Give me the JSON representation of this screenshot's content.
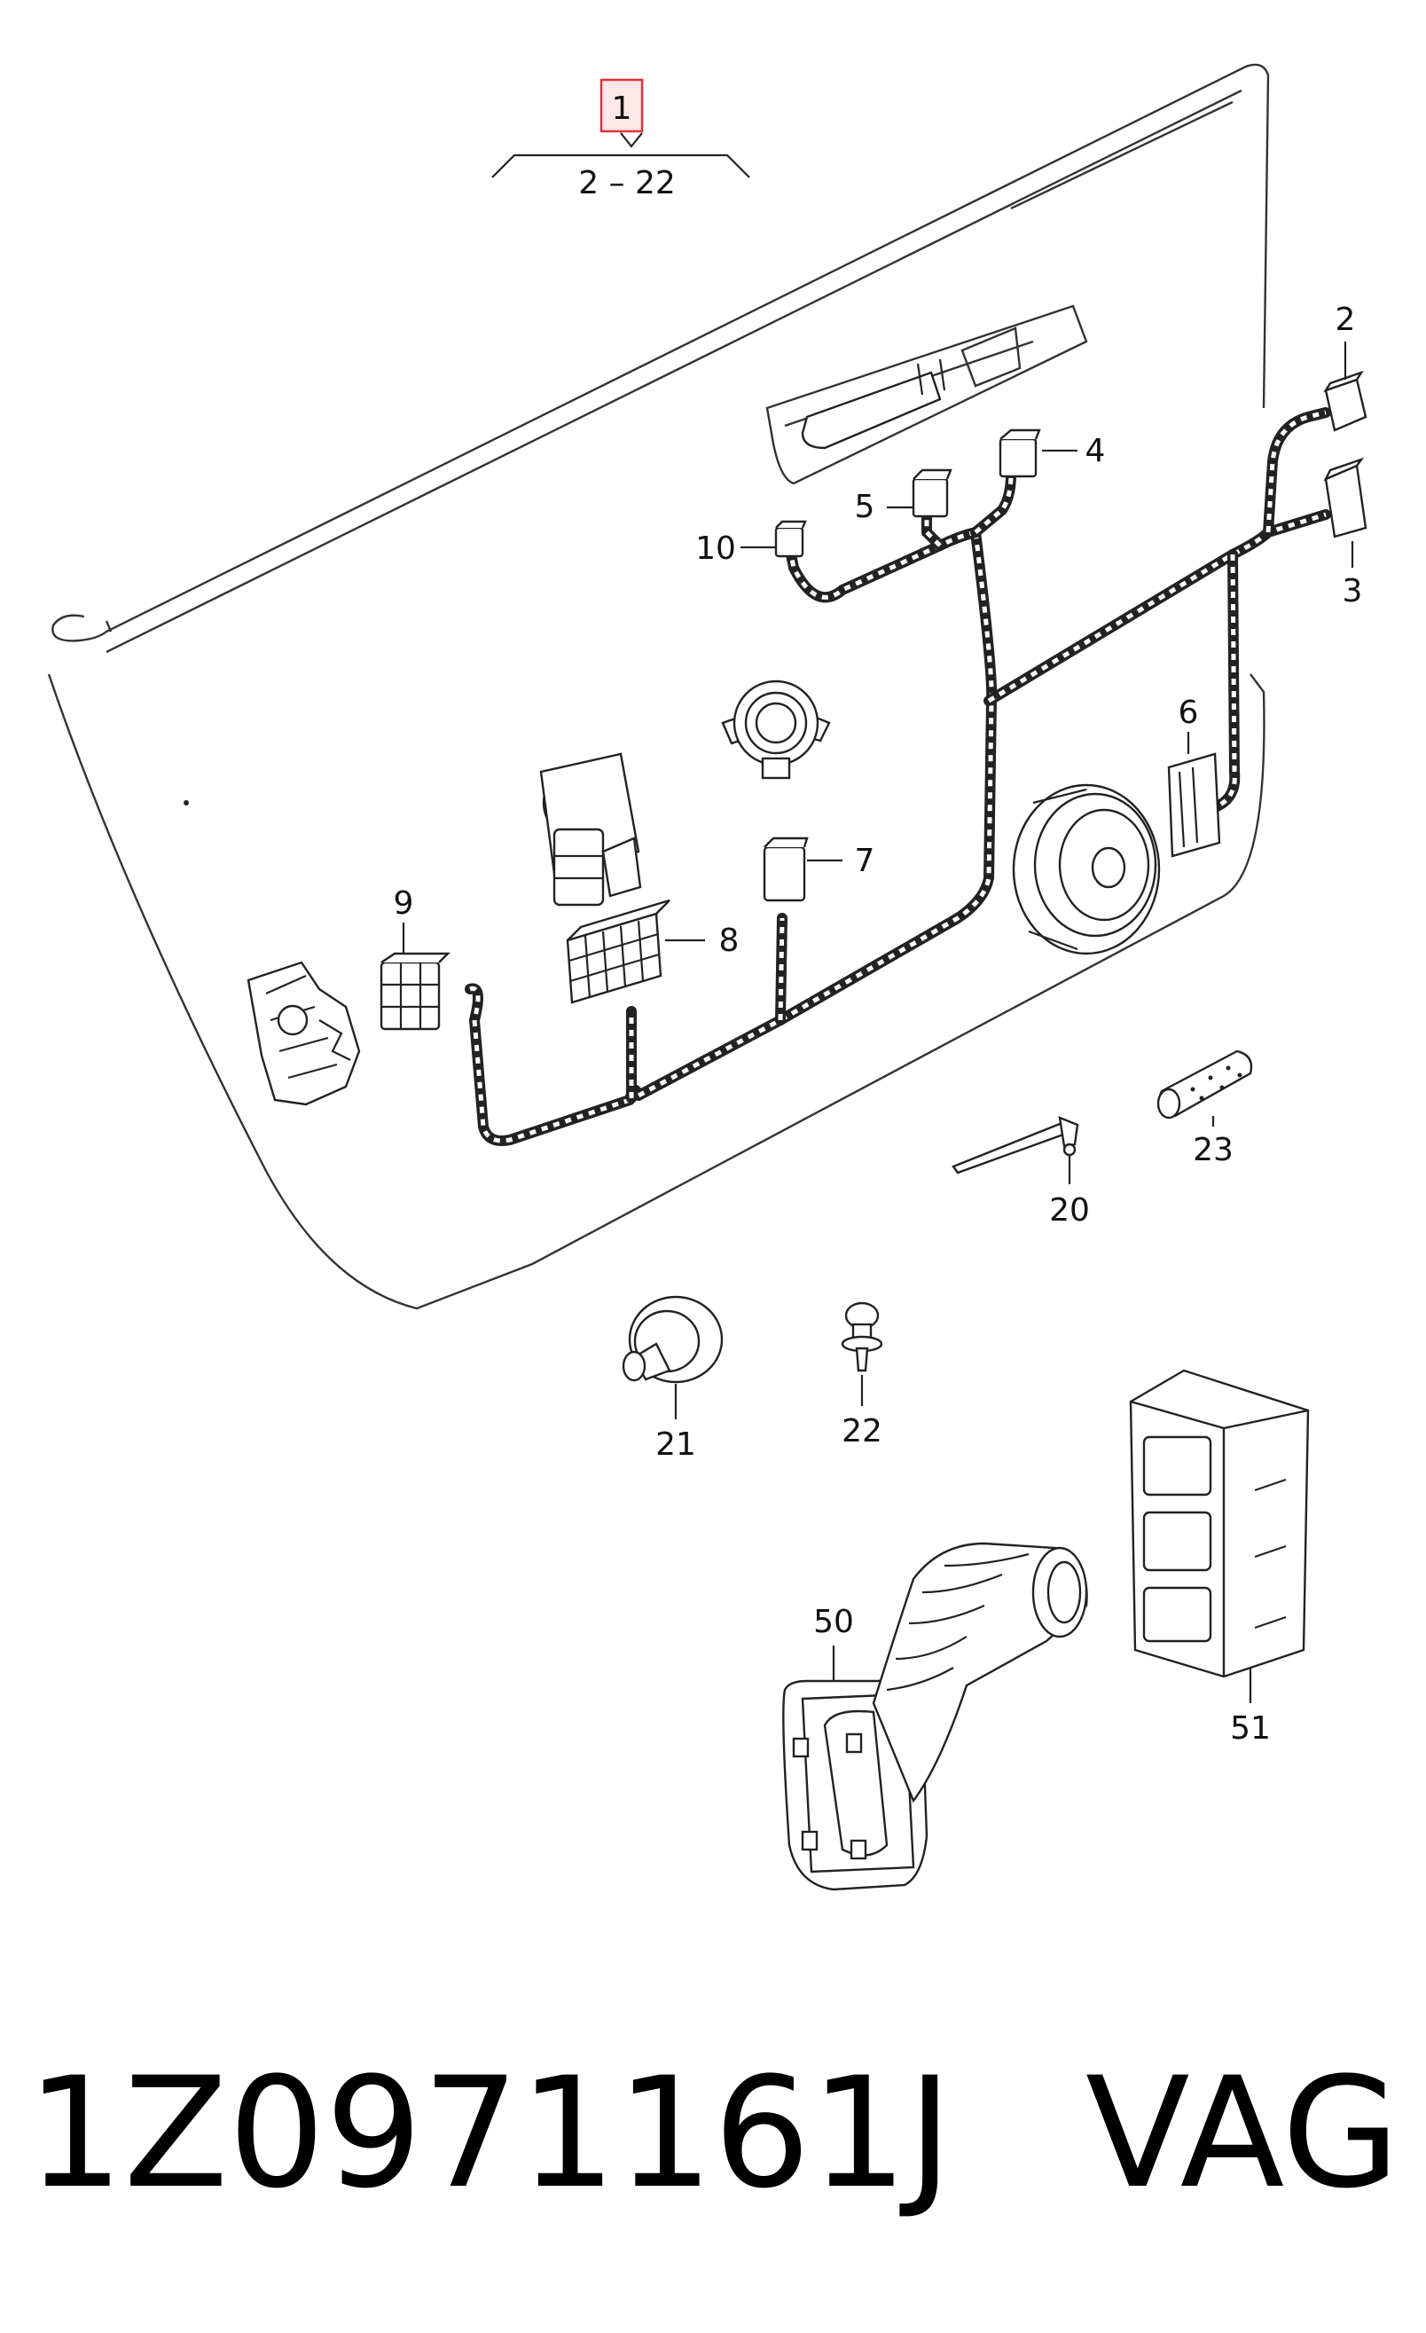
{
  "diagram": {
    "main_part_number": "1",
    "main_part_range": "2 – 22",
    "callouts": {
      "c2": "2",
      "c3": "3",
      "c4": "4",
      "c5": "5",
      "c6": "6",
      "c7": "7",
      "c8": "8",
      "c9": "9",
      "c10": "10",
      "c20": "20",
      "c21": "21",
      "c22": "22",
      "c23": "23",
      "c50": "50",
      "c51": "51"
    },
    "highlight_color": "#e0303a"
  },
  "footer": {
    "part_number": "1Z0971161J",
    "brand": "VAG"
  }
}
